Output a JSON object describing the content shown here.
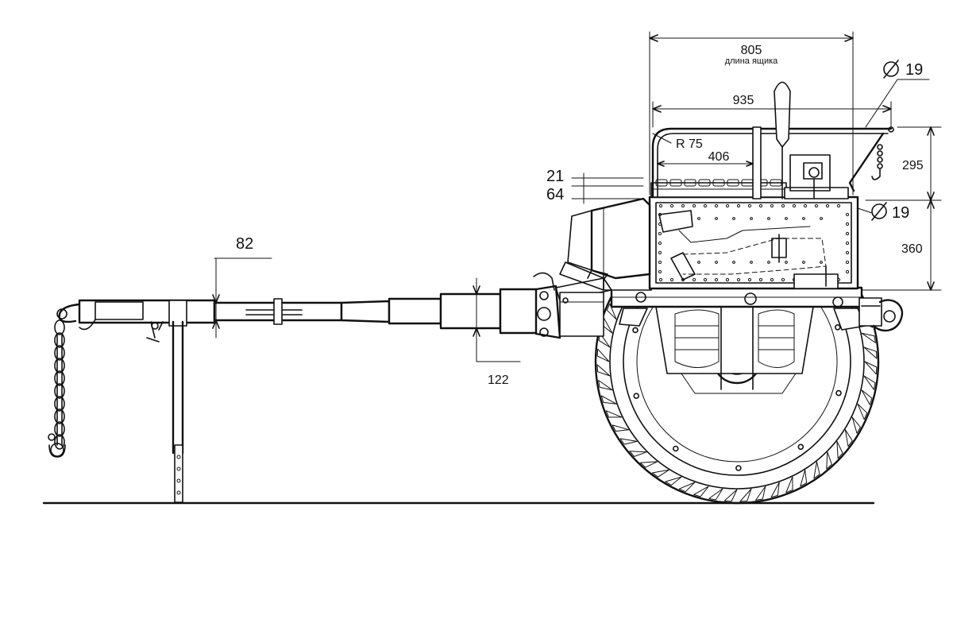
{
  "dimensions": {
    "box_length": "805",
    "box_length_caption": "длина ящика",
    "overall_length": "935",
    "radius": "R 75",
    "inner_width": "406",
    "rail_height": "295",
    "body_height": "360",
    "diameter_top": "19",
    "diameter_side": "19",
    "thickness_a": "21",
    "thickness_b": "64",
    "drawbar_width": "82",
    "drawbar_offset": "122"
  }
}
